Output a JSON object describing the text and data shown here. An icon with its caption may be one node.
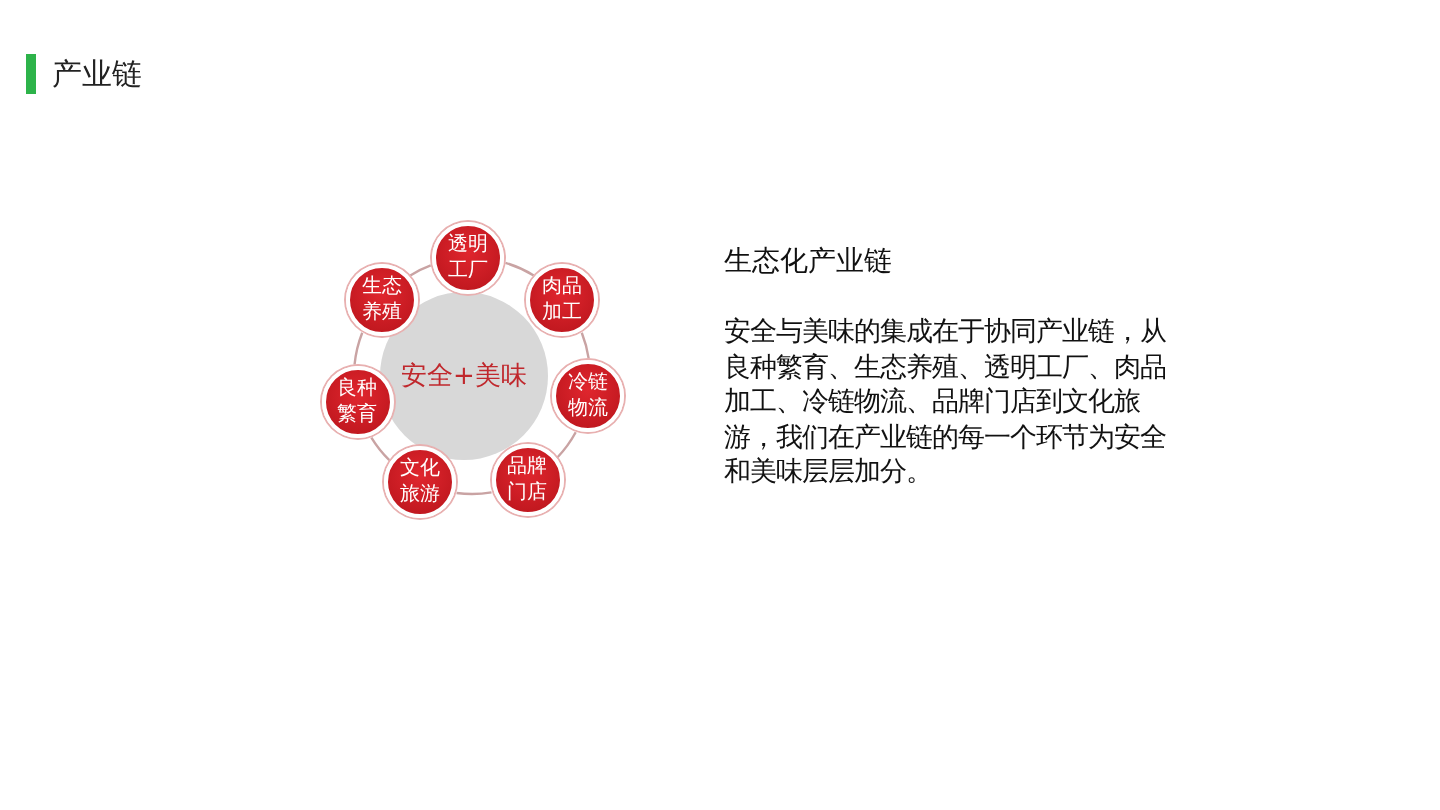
{
  "diagram": {
    "title": "产业链",
    "nodes": [
      {
        "text": [
          "安全+美味"
        ]
      },
      {
        "text": [
          "透明工厂"
        ]
      },
      {
        "text": [
          "肉品加工"
        ]
      },
      {
        "text": [
          "冷链物流"
        ]
      },
      {
        "text": [
          "品牌门店"
        ]
      },
      {
        "text": [
          "文化旅游"
        ]
      },
      {
        "text": [
          "良种繁育"
        ]
      },
      {
        "text": [
          "生态养殖"
        ]
      }
    ],
    "edges": [
      {
        "from": 1,
        "to": 2,
        "arrow": "none"
      },
      {
        "from": 2,
        "to": 3,
        "arrow": "none"
      },
      {
        "from": 3,
        "to": 4,
        "arrow": "none"
      },
      {
        "from": 4,
        "to": 5,
        "arrow": "none"
      },
      {
        "from": 5,
        "to": 6,
        "arrow": "none"
      },
      {
        "from": 6,
        "to": 7,
        "arrow": "none"
      },
      {
        "from": 7,
        "to": 1,
        "arrow": "none"
      }
    ],
    "labels": [
      "生态化产业链",
      "安全与美味的集成在于协同产业链，从良种繁育、生态养殖、透明工厂、肉品加工、冷链物流、品牌门店到文化旅游，我们在产业链的每一个环节为安全和美味层层加分。"
    ]
  }
}
